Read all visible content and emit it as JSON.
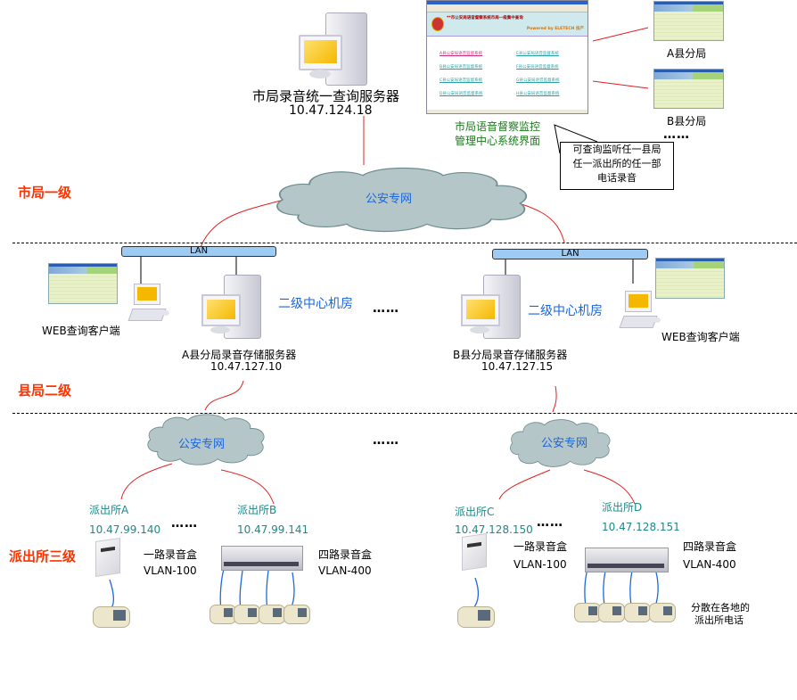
{
  "levels": {
    "city": "市局一级",
    "county": "县局二级",
    "station": "派出所三级"
  },
  "city_server": {
    "name": "市局录音统一查询服务器",
    "ip": "10.47.124.18"
  },
  "mgmt_ui": {
    "caption_line1": "市局语音督察监控",
    "caption_line2": "管理中心系统界面",
    "banner_title": "**市公安局语音督察系统市局一级集中查询",
    "powered_by": "Powered by ELETECH 技产",
    "links": [
      "A县公安局语音监督系统",
      "B县公安局语音监督系统",
      "C县公安局语音监督系统",
      "D县公安局语音监督系统",
      "E县公安局语音监督系统",
      "F县公安局语音监督系统",
      "G县公安局语音监督系统",
      "H县公安局语音监督系统"
    ]
  },
  "branch_screens": {
    "a_label": "A县分局",
    "b_label": "B县分局",
    "more": "……"
  },
  "callout": {
    "line1": "可查询监听任一县局",
    "line2": "任一派出所的任一部",
    "line3": "电话录音"
  },
  "network_cloud_label": "公安专网",
  "lan_label": "LAN",
  "county_a": {
    "client_label": "WEB查询客户端",
    "room_label": "二级中心机房",
    "server_name": "A县分局录音存储服务器",
    "server_ip": "10.47.127.10"
  },
  "county_b": {
    "client_label": "WEB查询客户端",
    "room_label": "二级中心机房",
    "server_name": "B县分局录音存储服务器",
    "server_ip": "10.47.127.15"
  },
  "ellipsis": "……",
  "stations": [
    {
      "name": "派出所A",
      "ip": "10.47.99.140"
    },
    {
      "name": "派出所B",
      "ip": "10.47.99.141"
    },
    {
      "name": "派出所C",
      "ip": "10.47.128.150"
    },
    {
      "name": "派出所D",
      "ip": "10.47.128.151"
    }
  ],
  "devices": {
    "one_way": "一路录音盒",
    "one_way_vlan": "VLAN-100",
    "four_way": "四路录音盒",
    "four_way_vlan": "VLAN-400"
  },
  "phones_note_line1": "分散在各地的",
  "phones_note_line2": "派出所电话"
}
